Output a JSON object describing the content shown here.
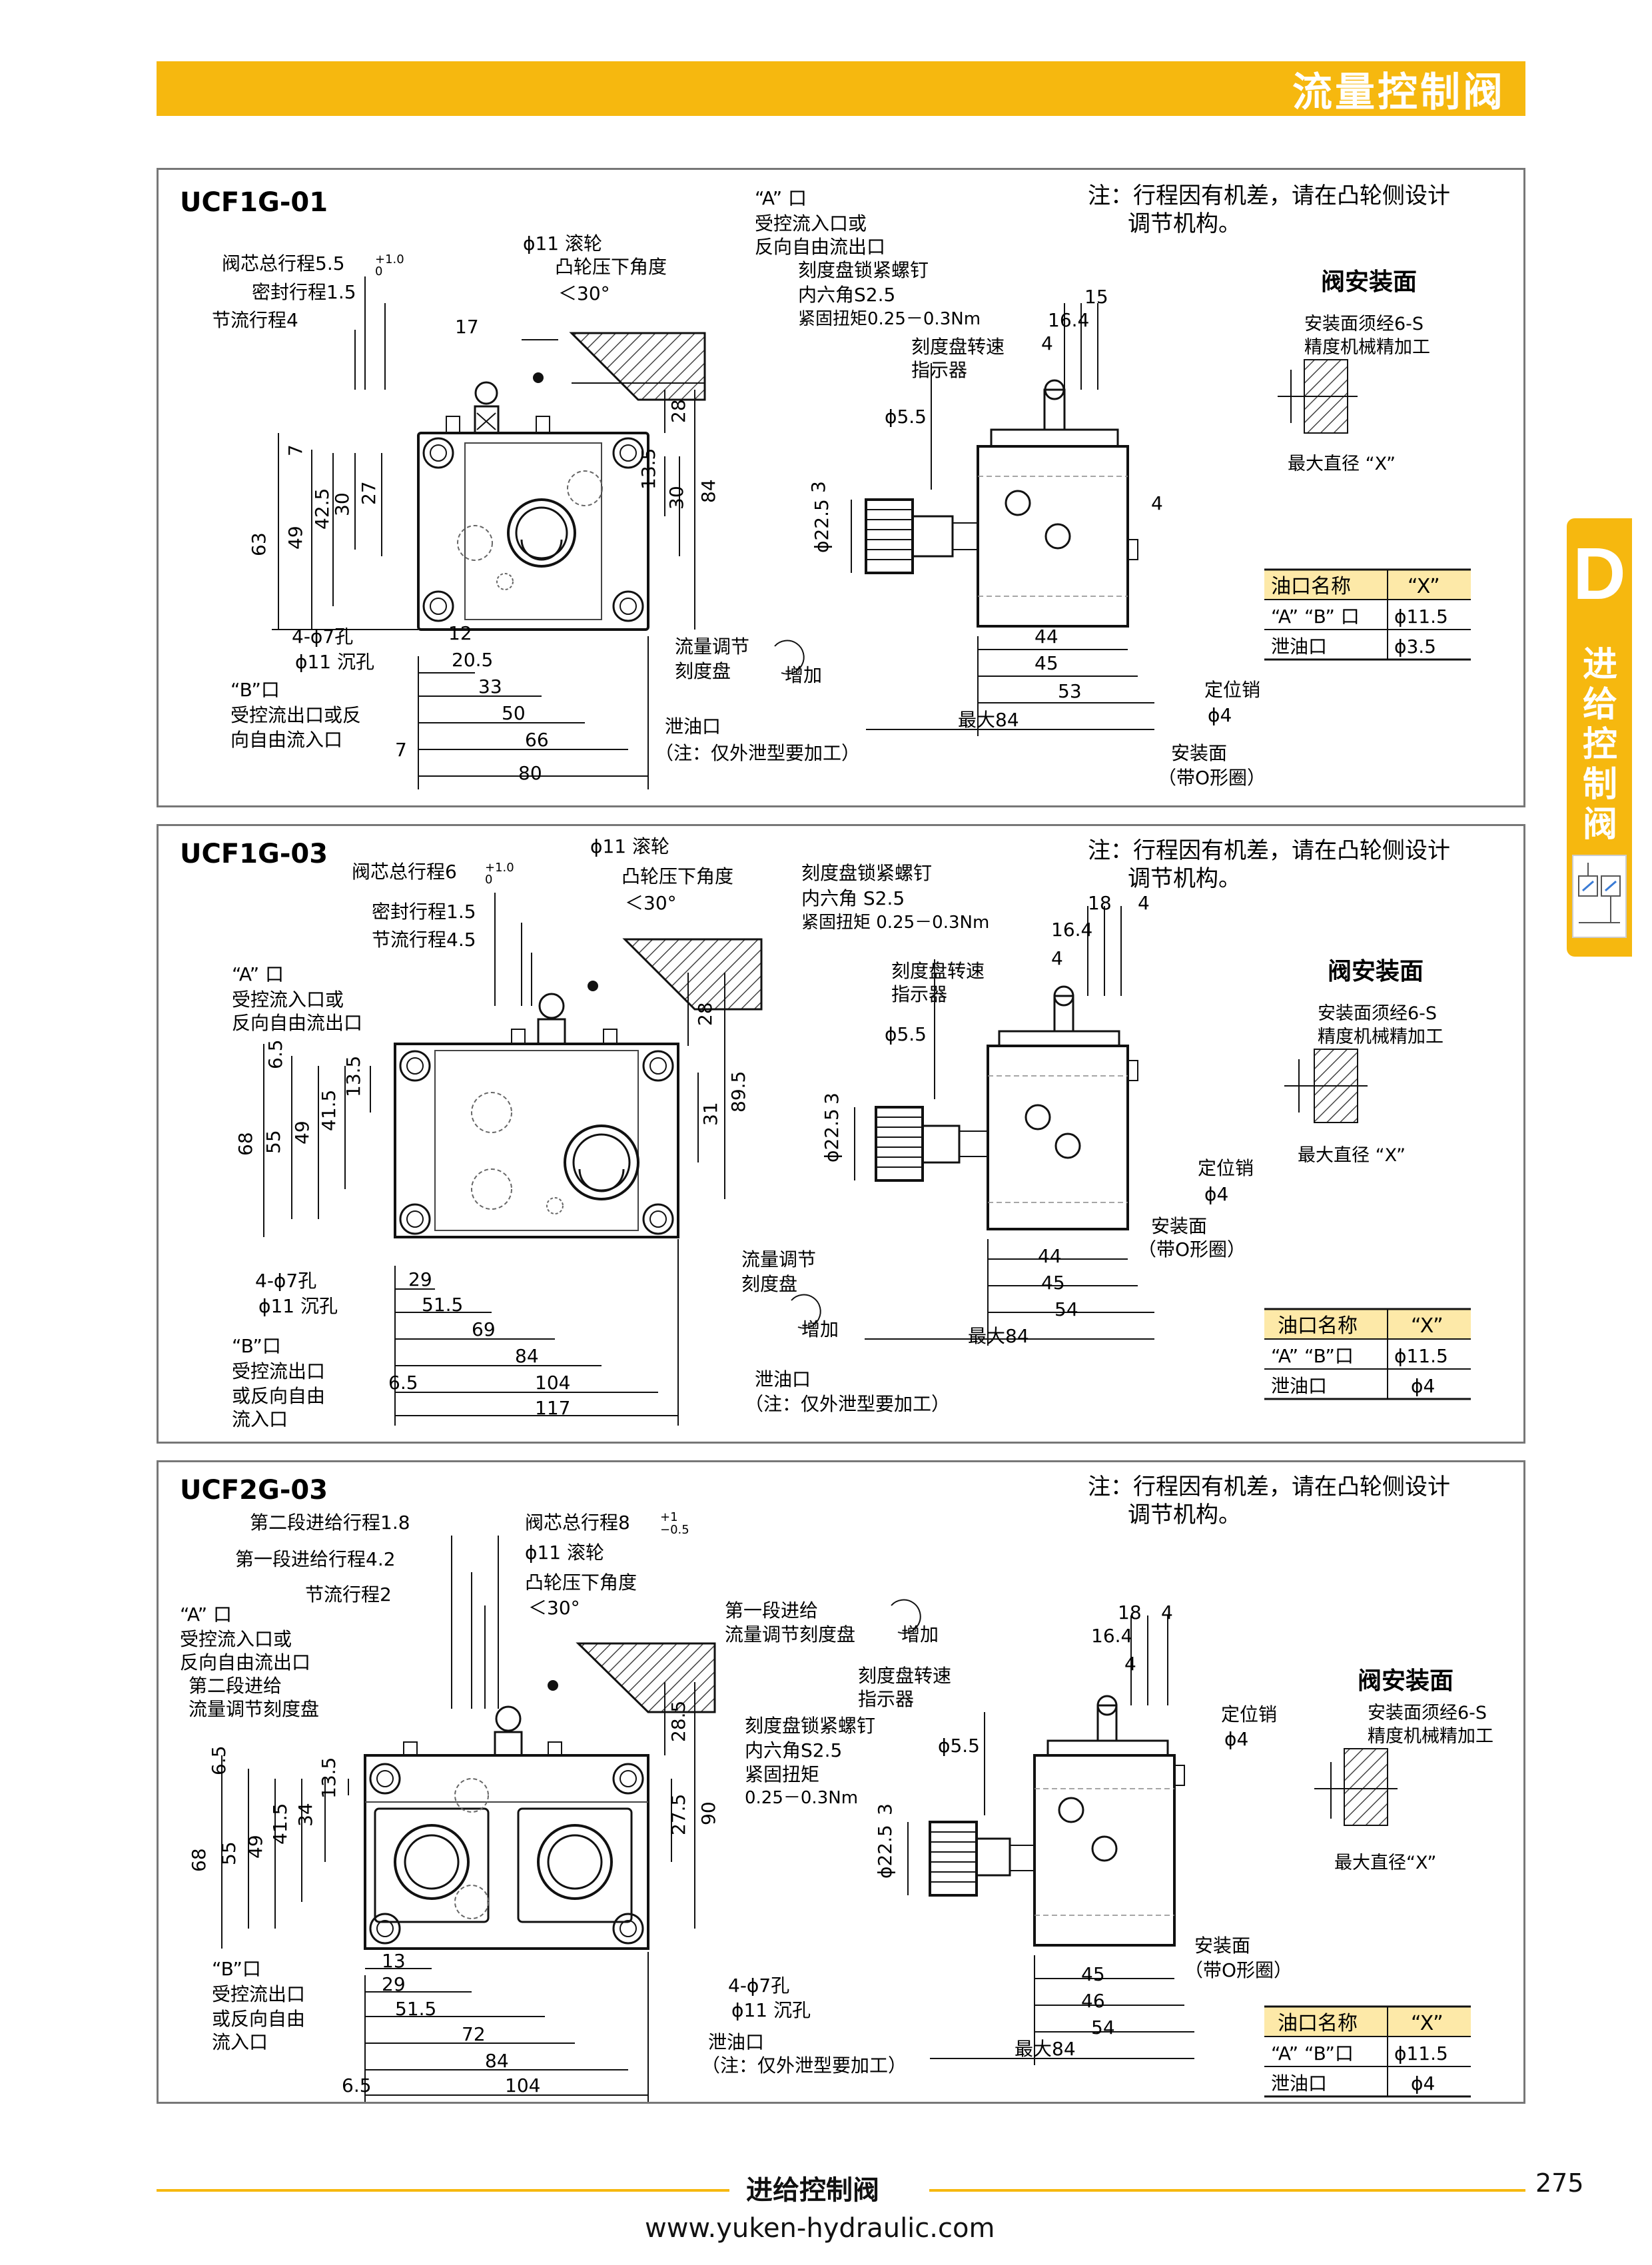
{
  "header": {
    "title": "流量控制阀"
  },
  "side_tab": {
    "letter": "D",
    "text": "进给控制阀"
  },
  "footer": {
    "title": "进给控制阀",
    "page": "275",
    "url": "www.yuken-hydraulic.com"
  },
  "panels": [
    {
      "model": "UCF1G-01",
      "note_line1": "注：行程因有机差，请在凸轮侧设计",
      "note_line2": "调节机构。",
      "mounting_title": "阀安装面",
      "mounting_note1": "安装面须经6-S",
      "mounting_note2": "精度机械精加工",
      "max_dia": "最大直径 “X”",
      "labels": {
        "total_stroke": "阀芯总行程5.5",
        "seal_stroke": "密封行程1.5",
        "throttle_stroke": "节流行程4",
        "roller": "ϕ11 滚轮",
        "cam_angle": "凸轮压下角度",
        "cam_angle_val": "＜30°",
        "port_a1": "“A” 口",
        "port_a2": "受控流入口或",
        "port_a3": "反向自由流出口",
        "screw1": "刻度盘锁紧螺钉",
        "screw2": "内六角S2.5",
        "screw3": "紧固扭矩0.25－0.3Nm",
        "indicator1": "刻度盘转速",
        "indicator2": "指示器",
        "holes1": "4-ϕ7孔",
        "holes2": "ϕ11 沉孔",
        "port_b1": "“B”口",
        "port_b2": "受控流出口或反",
        "port_b3": "向自由流入口",
        "dial1": "流量调节",
        "dial2": "刻度盘",
        "increase": "增加",
        "drain1": "泄油口",
        "drain2": "（注：仅外泄型要加工）",
        "pin1": "定位销",
        "pin2": "ϕ4",
        "mount1": "安装面",
        "mount2": "（带O形圈）",
        "max84": "最大84"
      },
      "table": {
        "headers": [
          "油口名称",
          "“X”"
        ],
        "rows": [
          [
            "“A” “B” 口",
            "ϕ11.5"
          ],
          [
            "泄油口",
            "ϕ3.5"
          ]
        ]
      }
    },
    {
      "model": "UCF1G-03",
      "note_line1": "注：行程因有机差，请在凸轮侧设计",
      "note_line2": "调节机构。",
      "mounting_title": "阀安装面",
      "mounting_note1": "安装面须经6-S",
      "mounting_note2": "精度机械精加工",
      "max_dia": "最大直径 “X”",
      "labels": {
        "total_stroke": "阀芯总行程6",
        "seal_stroke": "密封行程1.5",
        "throttle_stroke": "节流行程4.5",
        "roller": "ϕ11 滚轮",
        "cam_angle": "凸轮压下角度",
        "cam_angle_val": "＜30°",
        "port_a1": "“A” 口",
        "port_a2": "受控流入口或",
        "port_a3": "反向自由流出口",
        "screw1": "刻度盘锁紧螺钉",
        "screw2": "内六角 S2.5",
        "screw3": "紧固扭矩 0.25－0.3Nm",
        "indicator1": "刻度盘转速",
        "indicator2": "指示器",
        "holes1": "4-ϕ7孔",
        "holes2": "ϕ11 沉孔",
        "port_b1": "“B”口",
        "port_b2": "受控流出口",
        "port_b3": "或反向自由",
        "port_b4": "流入口",
        "dial1": "流量调节",
        "dial2": "刻度盘",
        "increase": "增加",
        "drain1": "泄油口",
        "drain2": "（注：仅外泄型要加工）",
        "pin1": "定位销",
        "pin2": "ϕ4",
        "mount1": "安装面",
        "mount2": "（带O形圈）",
        "max84": "最大84"
      },
      "table": {
        "headers": [
          "油口名称",
          "“X”"
        ],
        "rows": [
          [
            "“A” “B”口",
            "ϕ11.5"
          ],
          [
            "泄油口",
            "ϕ4"
          ]
        ]
      }
    },
    {
      "model": "UCF2G-03",
      "note_line1": "注：行程因有机差，请在凸轮侧设计",
      "note_line2": "调节机构。",
      "mounting_title": "阀安装面",
      "mounting_note1": "安装面须经6-S",
      "mounting_note2": "精度机械精加工",
      "max_dia": "最大直径“X”",
      "labels": {
        "second_feed": "第二段进给行程1.8",
        "first_feed": "第一段进给行程4.2",
        "throttle_stroke": "节流行程2",
        "total_stroke": "阀芯总行程8",
        "roller": "ϕ11 滚轮",
        "cam_angle": "凸轮压下角度",
        "cam_angle_val": "＜30°",
        "port_a1": "“A” 口",
        "port_a2": "受控流入口或",
        "port_a3": "反向自由流出口",
        "dial2_1": "第二段进给",
        "dial2_2": "流量调节刻度盘",
        "dial1_1": "第一段进给",
        "dial1_2": "流量调节刻度盘",
        "increase": "增加",
        "indicator1": "刻度盘转速",
        "indicator2": "指示器",
        "screw1": "刻度盘锁紧螺钉",
        "screw2": "内六角S2.5",
        "screw3": "紧固扭矩",
        "screw4": "0.25－0.3Nm",
        "holes1": "4-ϕ7孔",
        "holes2": "ϕ11 沉孔",
        "port_b1": "“B”口",
        "port_b2": "受控流出口",
        "port_b3": "或反向自由",
        "port_b4": "流入口",
        "drain1": "泄油口",
        "drain2": "（注：仅外泄型要加工）",
        "pin1": "定位销",
        "pin2": "ϕ4",
        "mount1": "安装面",
        "mount2": "（带O形圈）",
        "max84": "最大84"
      },
      "table": {
        "headers": [
          "油口名称",
          "“X”"
        ],
        "rows": [
          [
            "“A” “B”口",
            "ϕ11.5"
          ],
          [
            "泄油口",
            "ϕ4"
          ]
        ]
      }
    }
  ]
}
